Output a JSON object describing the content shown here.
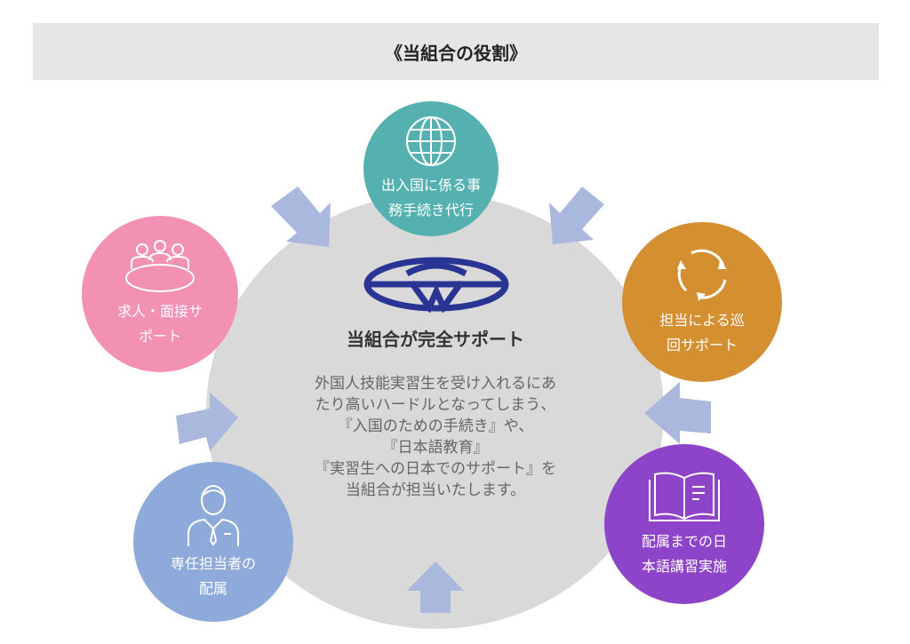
{
  "title": "《当組合の役割》",
  "center": {
    "logo_name": "organization-logo",
    "heading": "当組合が完全サポート",
    "lines": [
      "外国人技能実習生を受け入れるにあ",
      "たり高いハードルとなってしまう、",
      "『入国のための手続き』や、",
      "『日本語教育』",
      "『実習生への日本でのサポート』を",
      "当組合が担当いたします。"
    ]
  },
  "roles": [
    {
      "line1": "出入国に係る事",
      "line2": "務手続き代行",
      "icon": "globe-icon",
      "color": "#55b1b0"
    },
    {
      "line1": "求人・面接サ",
      "line2": "ポート",
      "icon": "meeting-icon",
      "color": "#f391b4"
    },
    {
      "line1": "担当による巡",
      "line2": "回サポート",
      "icon": "cycle-icon",
      "color": "#d48f30"
    },
    {
      "line1": "専任担当者の",
      "line2": "配属",
      "icon": "staff-icon",
      "color": "#8eaadb"
    },
    {
      "line1": "配属までの日",
      "line2": "本語講習実施",
      "icon": "book-icon",
      "color": "#8e44c8"
    }
  ],
  "arrow_color": "#aab8de"
}
